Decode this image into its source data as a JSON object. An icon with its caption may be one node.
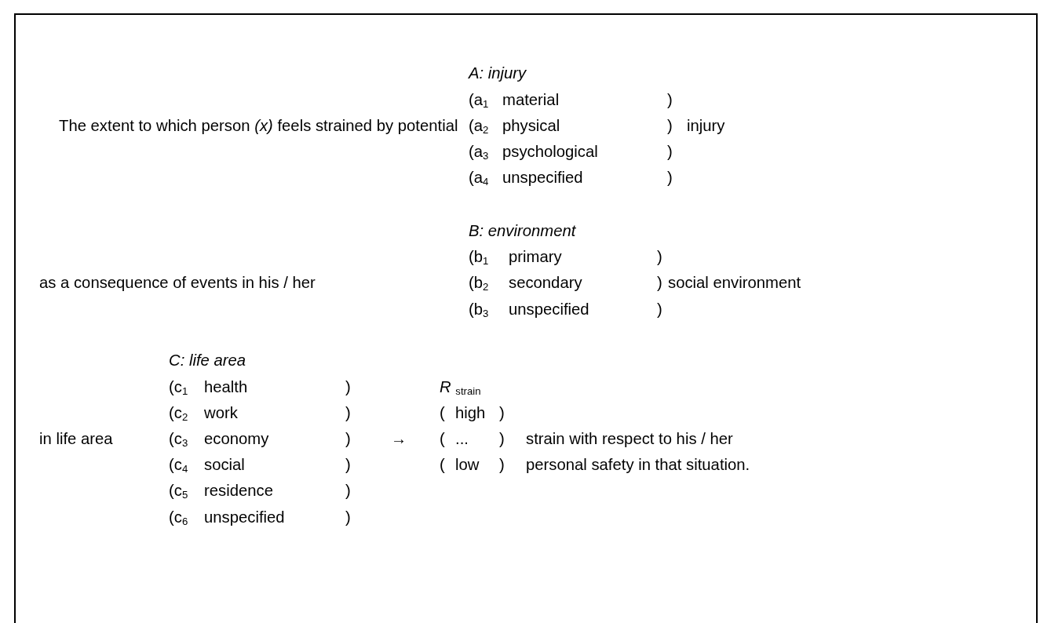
{
  "diagram": {
    "labels": [
      "A: injury",
      "(a$_{1}$",
      "material",
      ")",
      "The extent to which person *(x)* feels strained by potential",
      "(a$_{2}$",
      "physical",
      ")",
      "injury",
      "(a$_{3}$",
      "psychological",
      ")",
      "(a$_{4}$",
      "unspecified",
      ")",
      "B: environment",
      "(b$_{1}$",
      "primary",
      ")",
      "as a consequence of events in his / her",
      "(b$_{2}$",
      "secondary",
      ")",
      "social environment",
      "(b$_{3}$",
      "unspecified",
      ")",
      "C: life area",
      "(c$_{1}$",
      "health",
      ")",
      "*R* $_{strain}$",
      "(c$_{2}$",
      "work",
      ")",
      "(",
      "high",
      ")",
      "in life area",
      "(c$_{3}$",
      "economy",
      ")",
      "→",
      "(",
      "...",
      ")",
      "strain with respect to his / her",
      "(c$_{4}$",
      "social",
      ")",
      "(",
      "low",
      ")",
      "personal safety in that situation.",
      "(c$_{5}$",
      "residence",
      ")",
      "(c$_{6}$",
      "unspecified",
      ")"
    ]
  }
}
